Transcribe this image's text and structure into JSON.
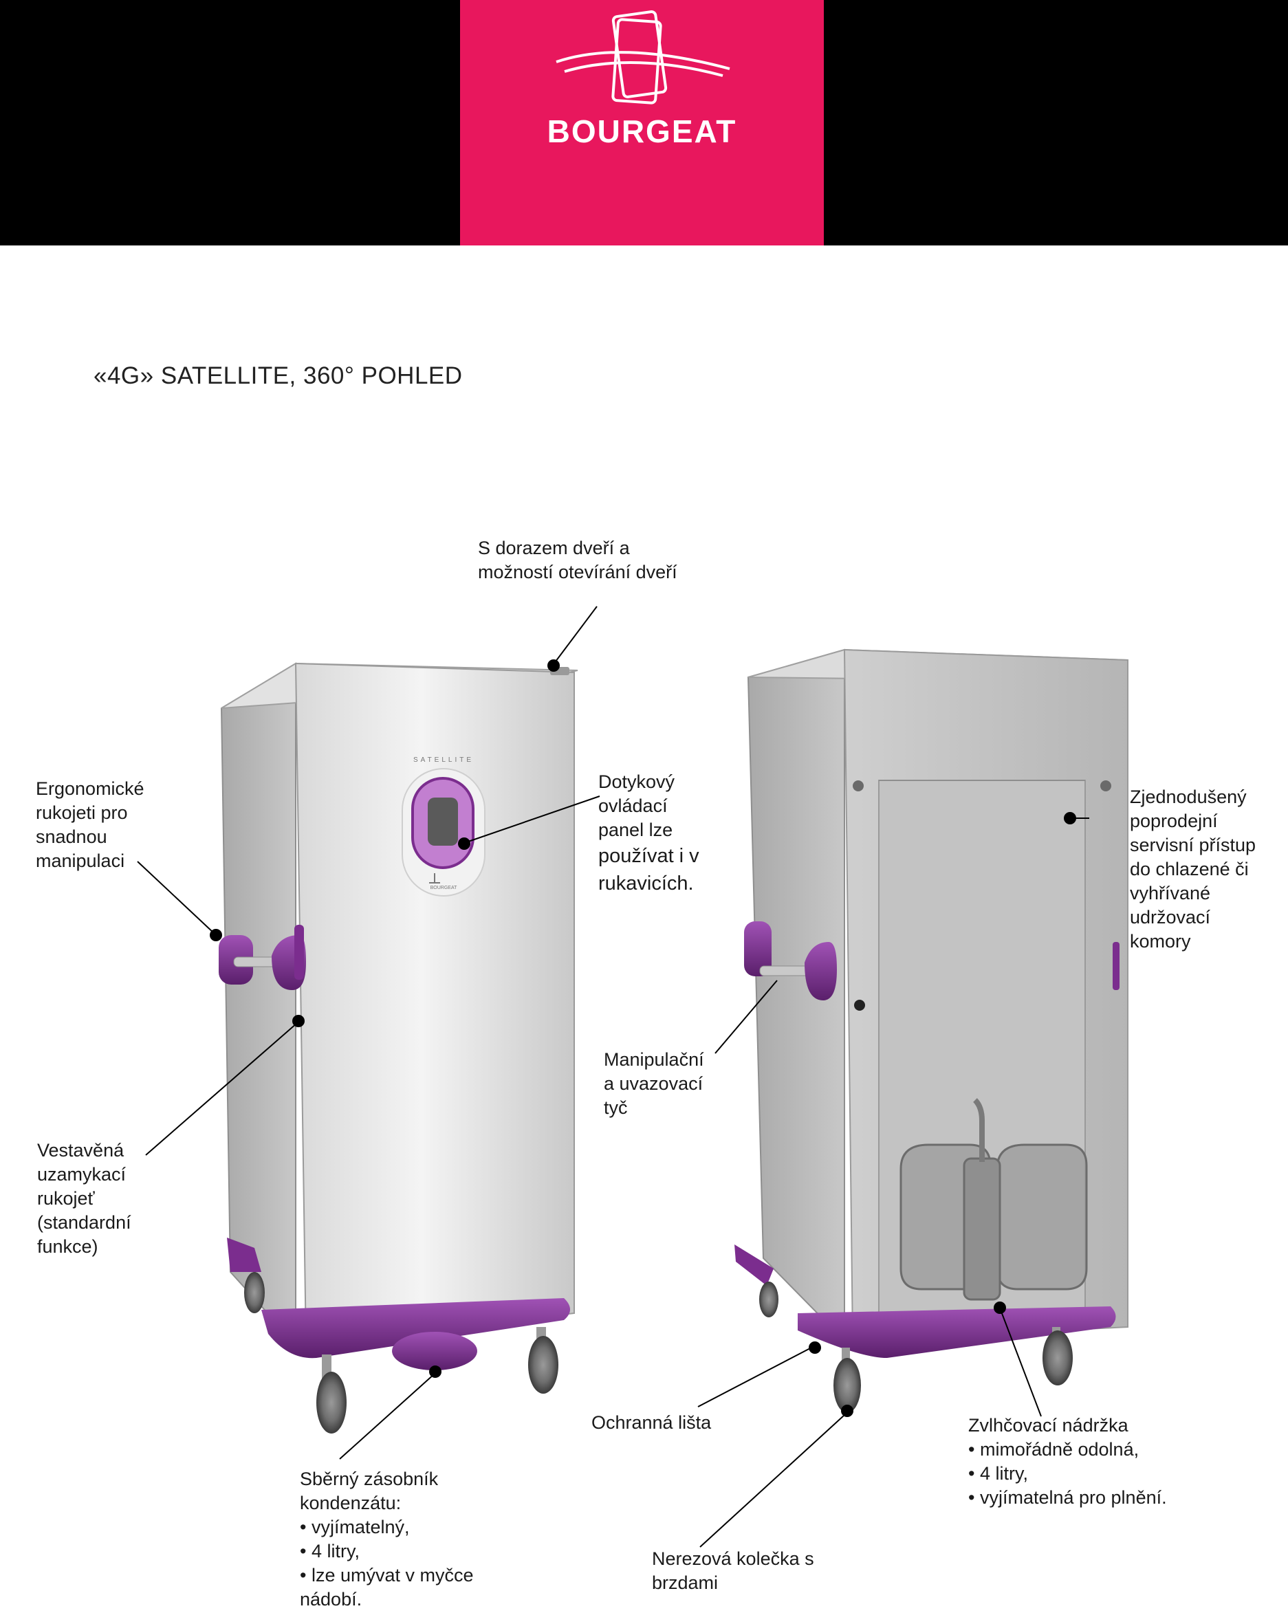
{
  "brand": {
    "name": "BOURGEAT",
    "colors": {
      "header_bg": "#000000",
      "logo_bg": "#e8175d",
      "accent_purple": "#7b2d8e"
    }
  },
  "title": "«4G» SATELLITE, 360° POHLED",
  "cabinet_front": {
    "door_text": "SATELLITE",
    "badge_text": "BOURGEAT"
  },
  "callouts": {
    "door_stop": [
      "S dorazem dveří a",
      "možností otevírání dveří"
    ],
    "handles": [
      "Ergonomické",
      "rukojeti pro",
      "snadnou",
      "manipulaci"
    ],
    "touch_panel": [
      "Dotykový",
      "ovládací",
      "panel lze",
      "používat i v",
      "rukavicích."
    ],
    "service_access": [
      "Zjednodušený",
      "poprodejní",
      "servisní přístup",
      "do chlazené či",
      "vyhřívané",
      "udržovací",
      "komory"
    ],
    "lock_handle": [
      "Vestavěná",
      "uzamykací",
      "rukojeť",
      "(standardní",
      "funkce)"
    ],
    "tie_bar": [
      "Manipulační",
      "a uvazovací",
      "tyč"
    ],
    "bumper": [
      "Ochranná lišta"
    ],
    "water_tank": [
      "Zvlhčovací nádržka",
      "• mimořádně odolná,",
      "• 4 litry,",
      "• vyjímatelná pro plnění."
    ],
    "condensate_tray": [
      "Sběrný zásobník",
      "kondenzátu:",
      "• vyjímatelný,",
      "• 4 litry,",
      "• lze umývat v myčce",
      "nádobí."
    ],
    "wheels": [
      "Nerezová kolečka s",
      "brzdami"
    ]
  }
}
